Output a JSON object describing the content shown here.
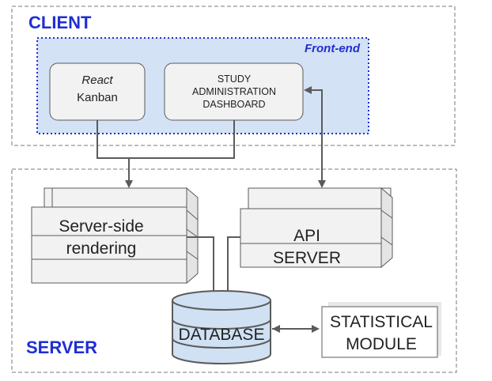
{
  "colors": {
    "accent": "#1f2ed3",
    "frontend_fill": "#d3e2f4",
    "database_fill": "#cfe1f3",
    "box_fill": "#f2f2f2",
    "stroke": "#5b5b5b"
  },
  "client": {
    "title": "CLIENT",
    "frontend_label": "Front-end",
    "components": [
      {
        "line1": "React",
        "line2": "Kanban"
      },
      {
        "line1": "STUDY",
        "line2": "ADMINISTRATION",
        "line3": "DASHBOARD"
      }
    ]
  },
  "server": {
    "title": "SERVER",
    "ssr": {
      "line1": "Server-side",
      "line2": "rendering"
    },
    "api": {
      "line1": "API",
      "line2": "SERVER"
    },
    "database": {
      "label": "DATABASE"
    },
    "statistical": {
      "line1": "STATISTICAL",
      "line2": "MODULE"
    }
  }
}
